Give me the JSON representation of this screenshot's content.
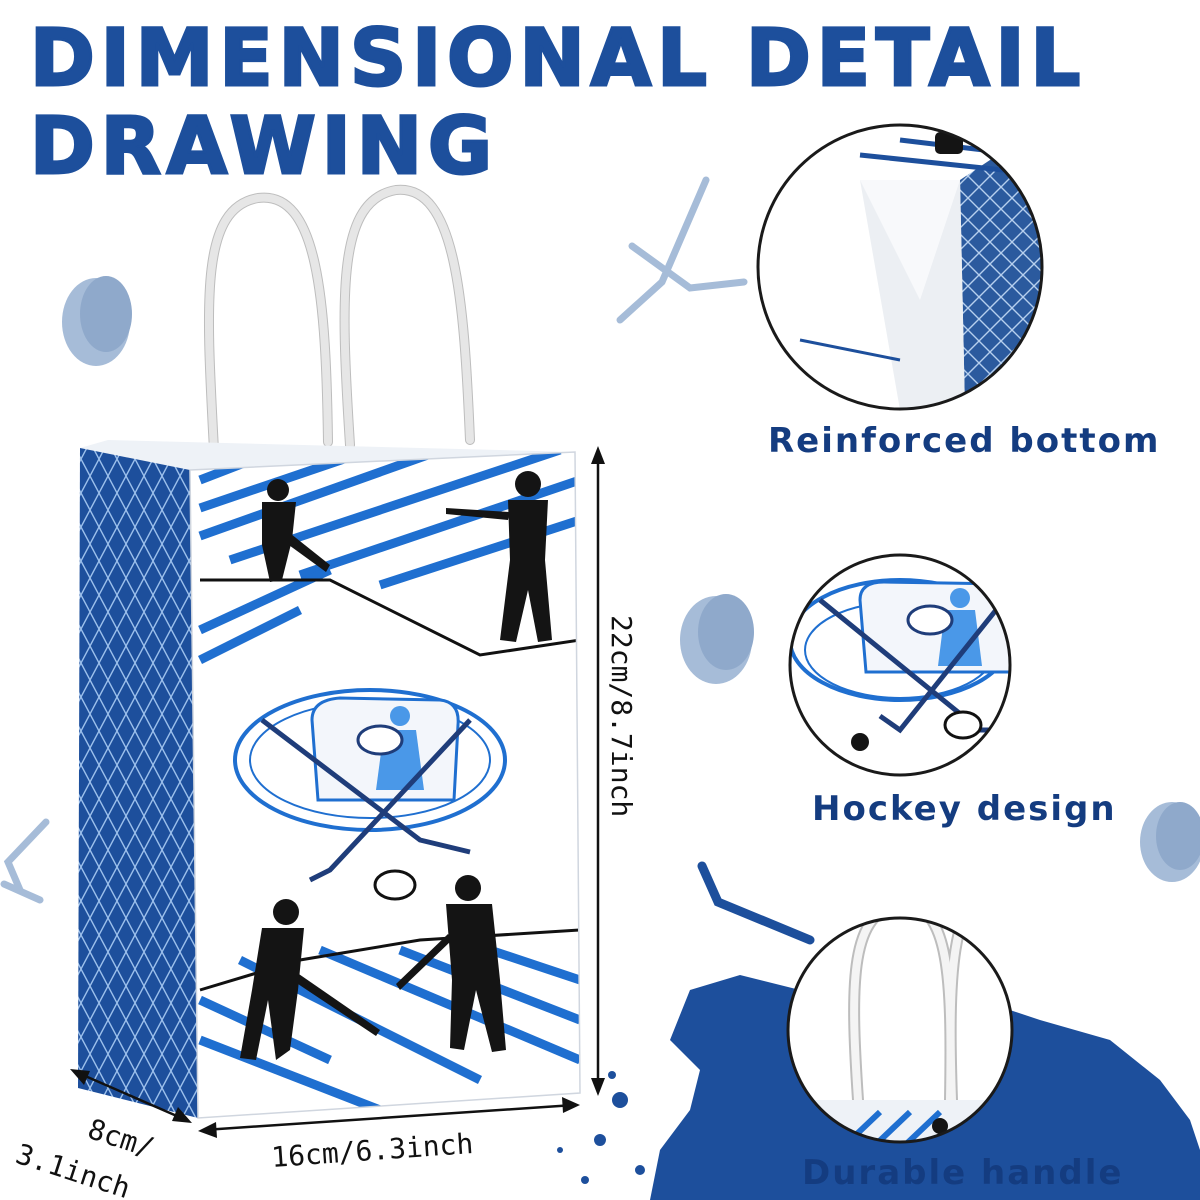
{
  "heading": {
    "line1": "DIMENSIONAL DETAIL",
    "line2": "DRAWING"
  },
  "dimensions": {
    "height": "22cm/8.7inch",
    "width": "16cm/6.3inch",
    "depth_line1": "8cm/",
    "depth_line2": "3.1inch"
  },
  "features": [
    {
      "label": "Reinforced bottom",
      "icon": "reinforced-bottom-closeup"
    },
    {
      "label": "Hockey design",
      "icon": "hockey-goal-closeup"
    },
    {
      "label": "Durable handle",
      "icon": "handle-closeup"
    }
  ],
  "colors": {
    "brand_blue": "#1d4f9c",
    "stripe_blue": "#1f6fd0",
    "pale_blue": "#a6bcd8",
    "player_black": "#141414",
    "handle_white": "#f4f4f4"
  }
}
